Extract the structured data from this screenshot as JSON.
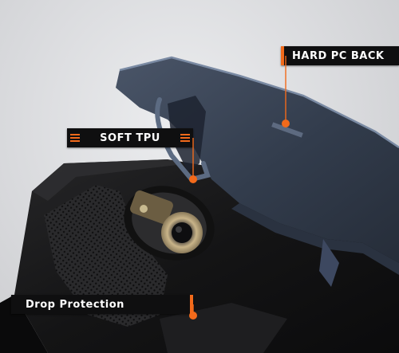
{
  "labels": {
    "hard_pc_back": "HARD PC BACK",
    "soft_tpu": "SOFT TPU",
    "drop_protection": "Drop Protection"
  },
  "colors": {
    "accent": "#f26a1b",
    "label_bg": "#0f0f10",
    "back_shell": "#3a4557",
    "tpu_inner": "#1a1a1c"
  }
}
